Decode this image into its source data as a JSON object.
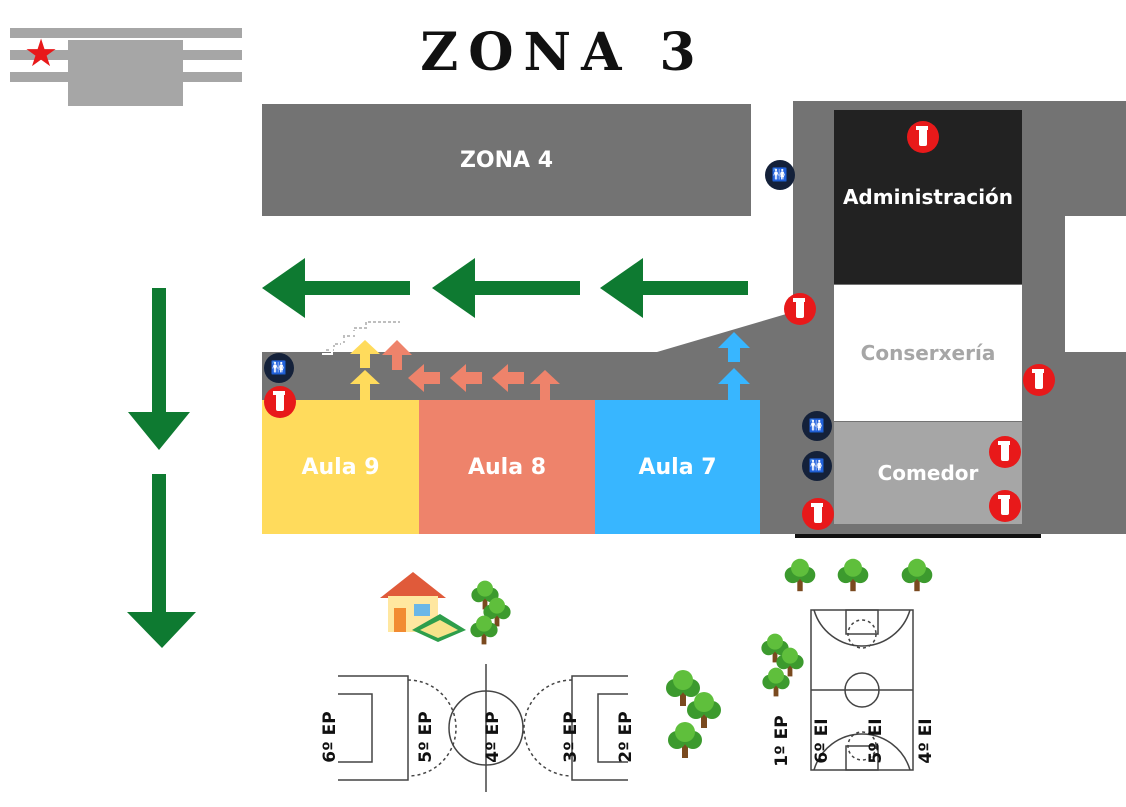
{
  "title": "ZONA 3",
  "rooms": {
    "zona4": "ZONA 4",
    "administracion": "Administración",
    "conserjeria": "Conserxería",
    "comedor": "Comedor",
    "aula9": "Aula 9",
    "aula8": "Aula 8",
    "aula7": "Aula 7"
  },
  "toilet_label": "TOILET",
  "fields": {
    "f6ep": "6º EP",
    "f5ep": "5º EP",
    "f4ep": "4º EP",
    "f3ep": "3º EP",
    "f2ep": "2º EP",
    "f1ep": "1º EP",
    "f6ei": "6º EI",
    "f5ei": "5º EI",
    "f4ei": "4º EI"
  },
  "colors": {
    "aula9": "#ffdb5c",
    "aula8": "#ee836b",
    "aula7": "#38b6ff",
    "route_arrow": "#0e7a31",
    "extinguisher": "#e8191a",
    "corridor": "#737373",
    "administracion": "#222222",
    "comedor": "#a6a6a6"
  },
  "icons": [
    "location-star-icon",
    "extinguisher-icon",
    "toilet-icon",
    "evacuation-arrow-icon",
    "tree-icon",
    "house-icon",
    "stairs-icon"
  ]
}
